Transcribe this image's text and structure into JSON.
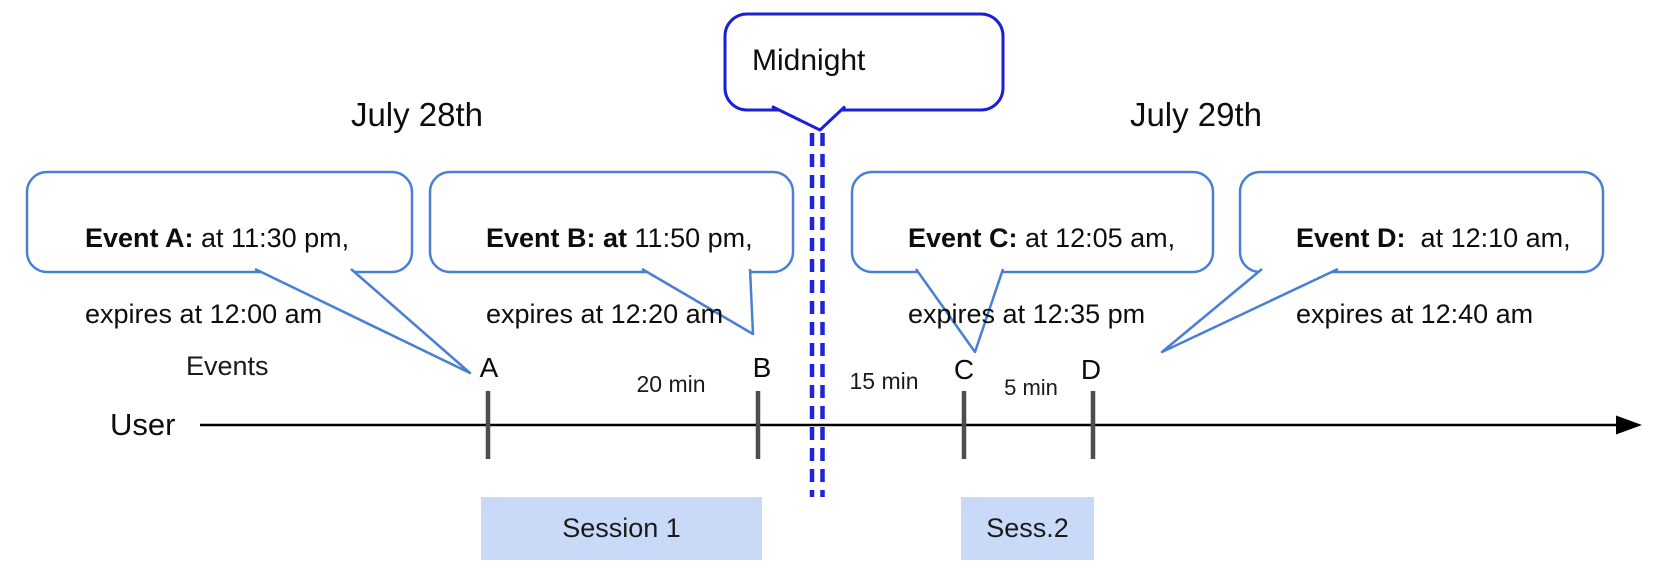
{
  "titles": {
    "left_date": "July 28th",
    "right_date": "July 29th",
    "midnight": "Midnight"
  },
  "axis": {
    "events_label": "Events",
    "user_label": "User"
  },
  "events": [
    {
      "tick": "A",
      "bold": "Event A:",
      "rest": " at 11:30 pm,",
      "line2": "expires at 12:00 am"
    },
    {
      "tick": "B",
      "bold": "Event B: at",
      "rest": " 11:50 pm,",
      "line2": "expires at 12:20 am"
    },
    {
      "tick": "C",
      "bold": "Event C:",
      "rest": " at 12:05 am,",
      "line2": "expires at 12:35 pm"
    },
    {
      "tick": "D",
      "bold": "Event D:",
      "rest": "  at 12:10 am,",
      "line2": "expires at 12:40 am"
    }
  ],
  "intervals": [
    {
      "label": "20 min"
    },
    {
      "label": "15 min"
    },
    {
      "label": "5 min"
    }
  ],
  "sessions": [
    {
      "label": "Session 1"
    },
    {
      "label": "Sess.2"
    }
  ],
  "colors": {
    "event_bubble_border": "#4a80d4",
    "midnight_bubble_border": "#1b1fd6",
    "midnight_dash": "#1f24dc",
    "session_fill": "#c9daf8",
    "timeline": "#000000",
    "tick": "#4d4d4d"
  }
}
